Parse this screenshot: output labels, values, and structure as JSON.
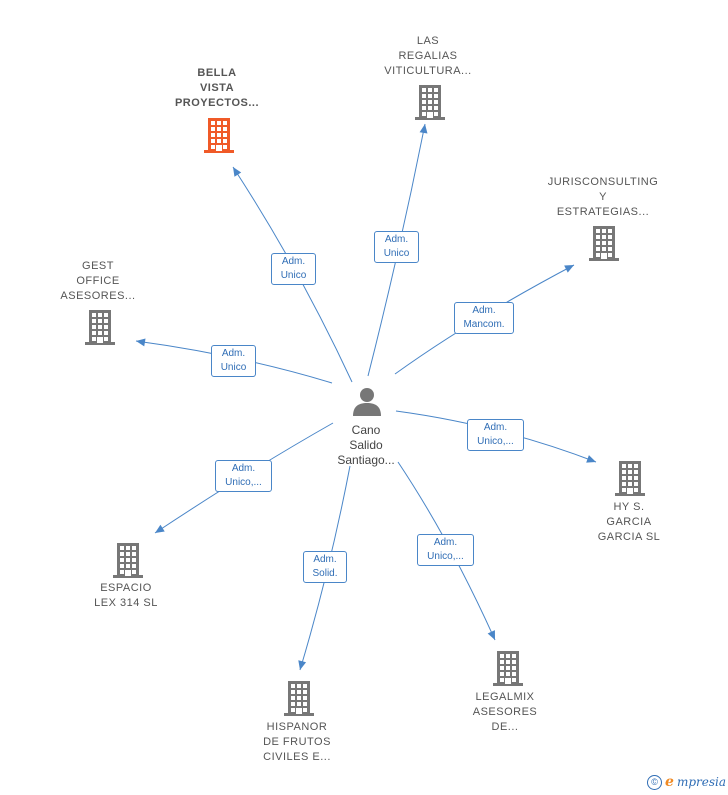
{
  "center": {
    "name_lines": [
      "Cano",
      "Salido",
      "Santiago..."
    ],
    "icon": "person-icon"
  },
  "companies": [
    {
      "id": "bella-vista",
      "lines": [
        "BELLA",
        "VISTA",
        "PROYECTOS..."
      ],
      "highlight": true,
      "color": "#f05a28",
      "role_lines": [
        "Adm.",
        "Unico"
      ]
    },
    {
      "id": "las-regalias",
      "lines": [
        "LAS",
        "REGALIAS",
        "VITICULTURA..."
      ],
      "highlight": false,
      "color": "#777777",
      "role_lines": [
        "Adm.",
        "Unico"
      ]
    },
    {
      "id": "jurisconsulting",
      "lines": [
        "JURISCONSULTING",
        "Y",
        "ESTRATEGIAS..."
      ],
      "highlight": false,
      "color": "#777777",
      "role_lines": [
        "Adm.",
        "Mancom."
      ]
    },
    {
      "id": "gest-office",
      "lines": [
        "GEST",
        "OFFICE",
        "ASESORES..."
      ],
      "highlight": false,
      "color": "#777777",
      "role_lines": [
        "Adm.",
        "Unico"
      ]
    },
    {
      "id": "hy-s-garcia",
      "lines": [
        "HY S.",
        "GARCIA",
        "GARCIA  SL"
      ],
      "highlight": false,
      "color": "#777777",
      "role_lines": [
        "Adm.",
        "Unico,..."
      ]
    },
    {
      "id": "espacio-lex",
      "lines": [
        "ESPACIO",
        "LEX 314  SL"
      ],
      "highlight": false,
      "color": "#777777",
      "role_lines": [
        "Adm.",
        "Unico,..."
      ]
    },
    {
      "id": "hispanor",
      "lines": [
        "HISPANOR",
        "DE FRUTOS",
        "CIVILES E..."
      ],
      "highlight": false,
      "color": "#777777",
      "role_lines": [
        "Adm.",
        "Solid."
      ]
    },
    {
      "id": "legalmix",
      "lines": [
        "LEGALMIX",
        "ASESORES",
        "DE..."
      ],
      "highlight": false,
      "color": "#777777",
      "role_lines": [
        "Adm.",
        "Unico,..."
      ]
    }
  ],
  "colors": {
    "edge": "#4a86c8",
    "role_text": "#2f6db5",
    "building": "#777777",
    "highlight_building": "#f05a28",
    "person": "#777777"
  },
  "footer": {
    "copyright_symbol": "©",
    "brand_first": "e",
    "brand_rest": "mpresia"
  }
}
